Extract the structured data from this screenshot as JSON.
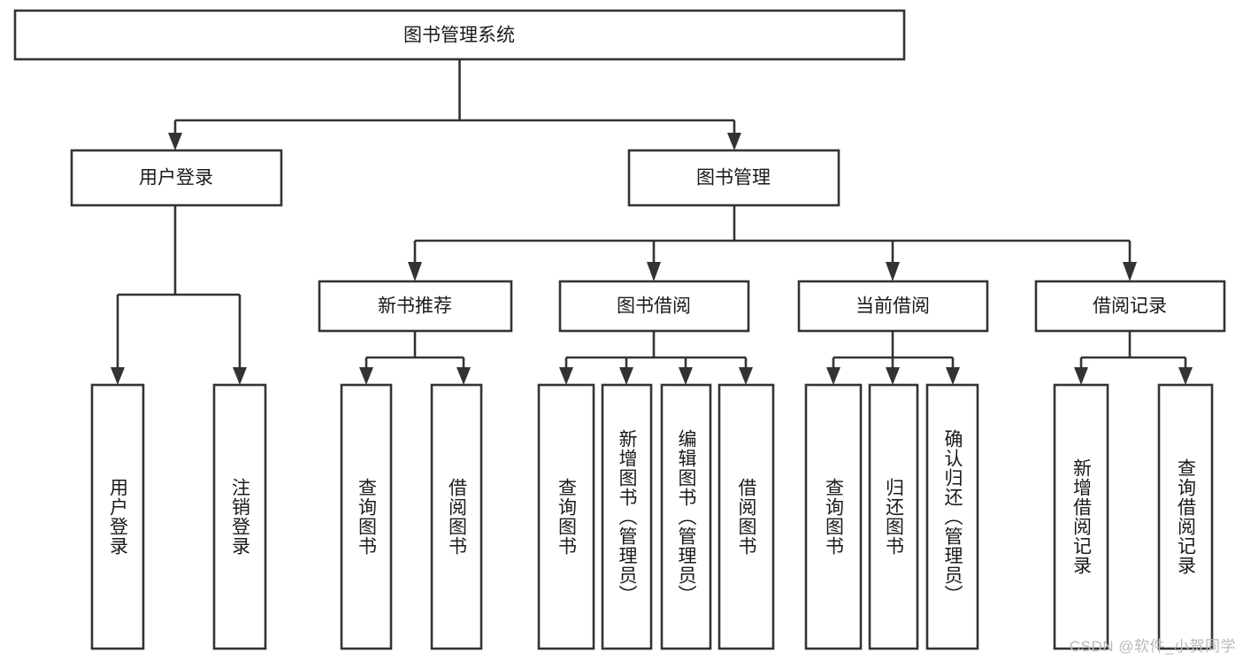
{
  "diagram": {
    "type": "tree",
    "title": "图书管理系统",
    "watermark": "CSDN @软件_小贺同学",
    "colors": {
      "stroke": "#333333",
      "fill": "#ffffff",
      "text": "#1a1a1a",
      "watermark": "#b9b9b9"
    },
    "root": {
      "label": "图书管理系统",
      "orientation": "horizontal"
    },
    "level2": [
      {
        "label": "用户登录",
        "orientation": "horizontal"
      },
      {
        "label": "图书管理",
        "orientation": "horizontal"
      }
    ],
    "level3": [
      {
        "label": "新书推荐",
        "orientation": "horizontal",
        "parent": "图书管理"
      },
      {
        "label": "图书借阅",
        "orientation": "horizontal",
        "parent": "图书管理"
      },
      {
        "label": "当前借阅",
        "orientation": "horizontal",
        "parent": "图书管理"
      },
      {
        "label": "借阅记录",
        "orientation": "horizontal",
        "parent": "图书管理"
      }
    ],
    "leaves": {
      "user_login": [
        {
          "label": "用户登录",
          "orientation": "vertical"
        },
        {
          "label": "注销登录",
          "orientation": "vertical"
        }
      ],
      "new_book_recommend": [
        {
          "label": "查询图书",
          "orientation": "vertical"
        },
        {
          "label": "借阅图书",
          "orientation": "vertical"
        }
      ],
      "book_borrow": [
        {
          "label": "查询图书",
          "orientation": "vertical"
        },
        {
          "label": "新增图书（管理员）",
          "orientation": "vertical"
        },
        {
          "label": "编辑图书（管理员）",
          "orientation": "vertical"
        },
        {
          "label": "借阅图书",
          "orientation": "vertical"
        }
      ],
      "current_borrow": [
        {
          "label": "查询图书",
          "orientation": "vertical"
        },
        {
          "label": "归还图书",
          "orientation": "vertical"
        },
        {
          "label": "确认归还（管理员）",
          "orientation": "vertical"
        }
      ],
      "borrow_record": [
        {
          "label": "新增借阅记录",
          "orientation": "vertical"
        },
        {
          "label": "查询借阅记录",
          "orientation": "vertical"
        }
      ]
    }
  }
}
